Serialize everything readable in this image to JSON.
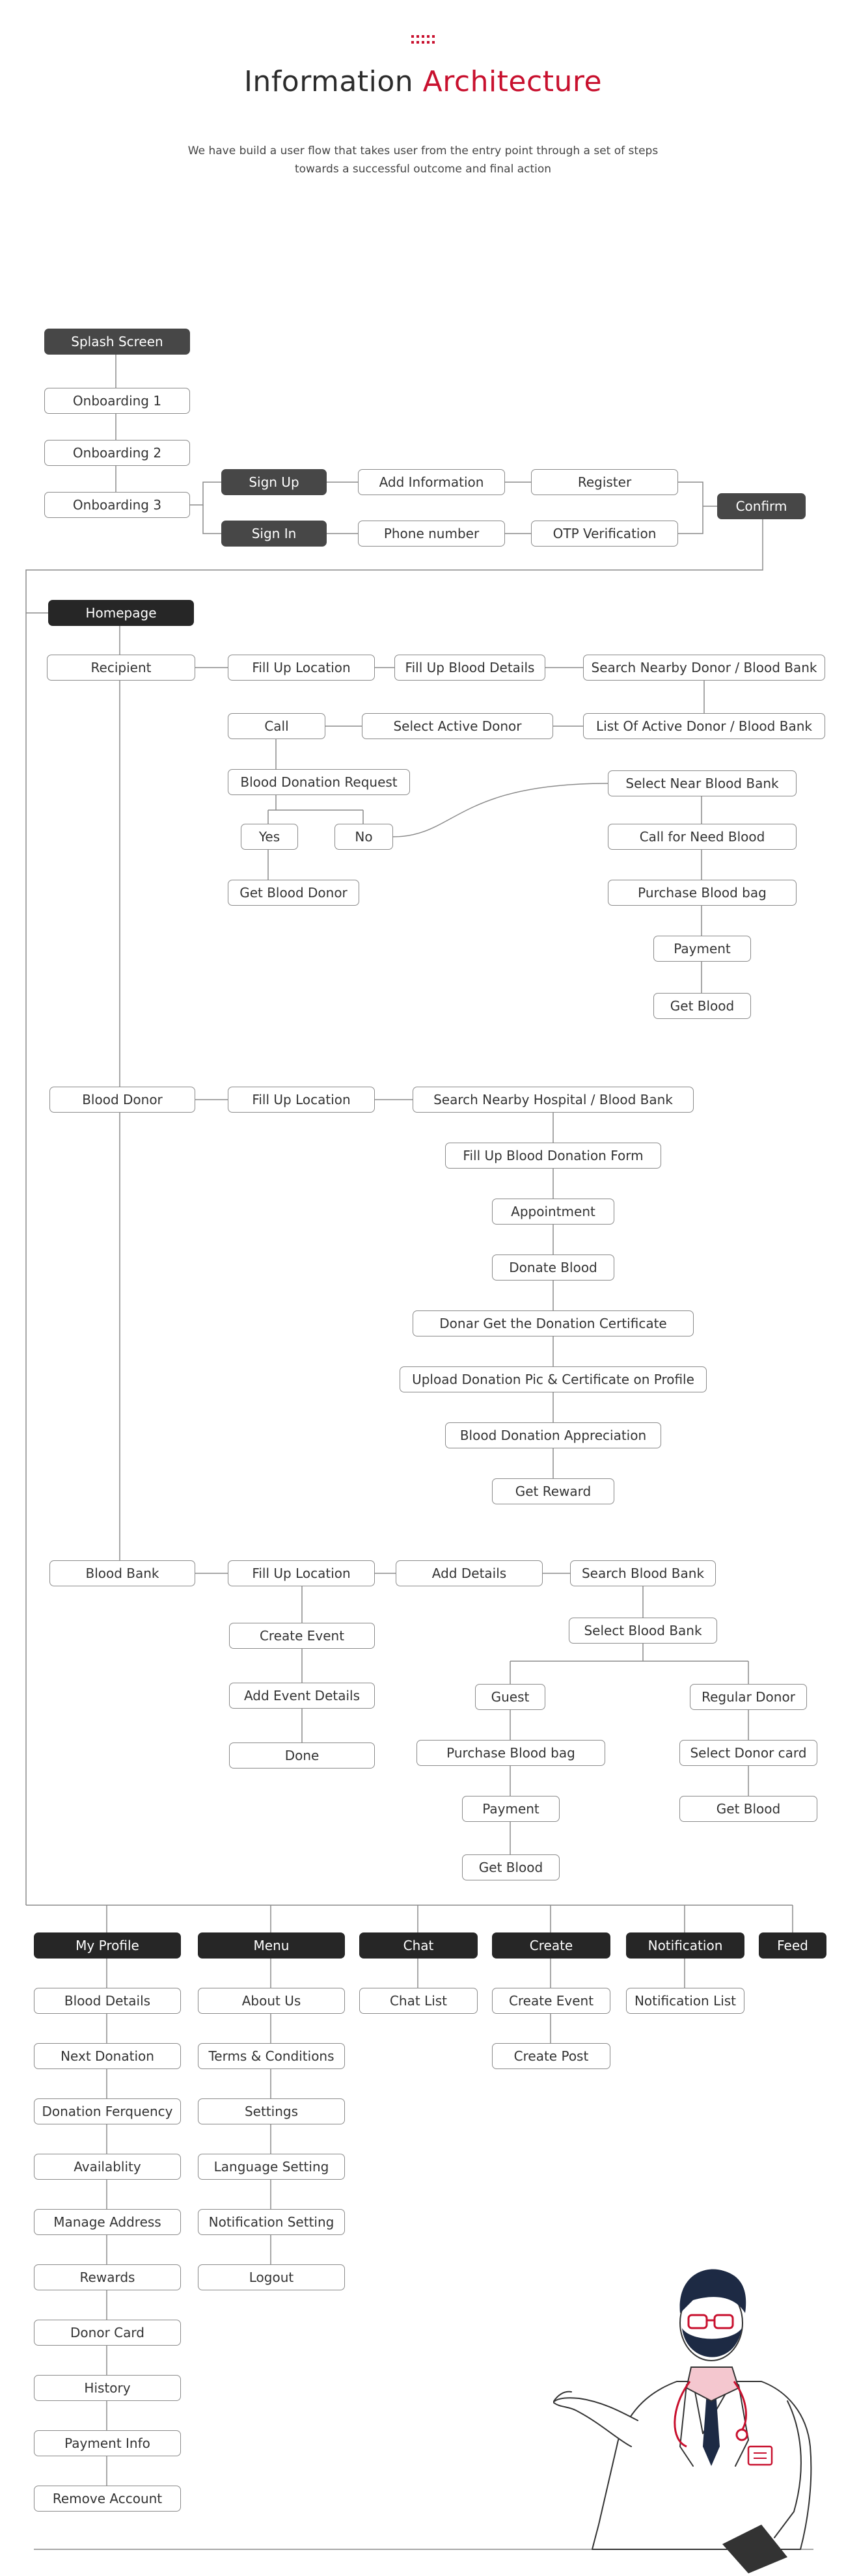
{
  "header": {
    "title_main": "Information",
    "title_accent": "Architecture",
    "subtitle_line1": "We have build a user flow that takes user from the entry point through a set of steps",
    "subtitle_line2": "towards a successful outcome and final action"
  },
  "colors": {
    "accent": "#c8102e",
    "dark_node": "#474747",
    "black_node": "#262626",
    "line": "#8a8a8a"
  },
  "onboarding": {
    "splash": "Splash Screen",
    "onboarding1": "Onboarding 1",
    "onboarding2": "Onboarding 2",
    "onboarding3": "Onboarding 3",
    "sign_up": "Sign Up",
    "add_information": "Add Information",
    "register": "Register",
    "sign_in": "Sign In",
    "phone_number": "Phone number",
    "otp_verification": "OTP Verification",
    "confirm": "Confirm"
  },
  "homepage": "Homepage",
  "recipient": {
    "label": "Recipient",
    "fill_location": "Fill Up Location",
    "fill_blood_details": "Fill Up Blood Details",
    "search_nearby": "Search Nearby Donor /  Blood Bank",
    "list_active": "List Of Active Donor /  Blood Bank",
    "select_active_donor": "Select Active Donor",
    "call": "Call",
    "blood_donation_request": "Blood Donation Request",
    "yes": "Yes",
    "no": "No",
    "get_blood_donor": "Get Blood Donor",
    "select_near_bank": "Select Near Blood Bank",
    "call_for_need": "Call for Need Blood",
    "purchase_bag": "Purchase Blood bag",
    "payment": "Payment",
    "get_blood": "Get Blood"
  },
  "donor": {
    "label": "Blood Donor",
    "fill_location": "Fill Up Location",
    "search_hospital": "Search Nearby Hospital /  Blood Bank",
    "fill_form": "Fill Up Blood Donation Form",
    "appointment": "Appointment",
    "donate_blood": "Donate Blood",
    "get_certificate": "Donar Get the Donation Certificate",
    "upload_pic": "Upload Donation Pic & Certificate on Profile",
    "appreciation": "Blood Donation Appreciation",
    "get_reward": "Get Reward"
  },
  "bank": {
    "label": "Blood Bank",
    "fill_location": "Fill Up Location",
    "add_details": "Add Details",
    "search_bank": "Search Blood Bank",
    "create_event": "Create Event",
    "add_event_details": "Add Event Details",
    "done": "Done",
    "select_bank": "Select Blood Bank",
    "guest": "Guest",
    "regular_donor": "Regular Donor",
    "purchase_bag": "Purchase Blood bag",
    "payment": "Payment",
    "get_blood_guest": "Get Blood",
    "select_donor_card": "Select Donor card",
    "get_blood_regular": "Get Blood"
  },
  "tabs": {
    "my_profile": "My Profile",
    "menu": "Menu",
    "chat": "Chat",
    "create": "Create",
    "notification": "Notification",
    "feed": "Feed"
  },
  "profile_items": [
    "Blood Details",
    "Next Donation",
    "Donation Ferquency",
    "Availablity",
    "Manage Address",
    "Rewards",
    "Donor Card",
    "History",
    "Payment Info",
    "Remove Account"
  ],
  "menu_items": [
    "About Us",
    "Terms & Conditions",
    "Settings",
    "Language Setting",
    "Notification Setting",
    "Logout"
  ],
  "chat_items": [
    "Chat List"
  ],
  "create_items": [
    "Create Event",
    "Create Post"
  ],
  "notification_items": [
    "Notification List"
  ]
}
